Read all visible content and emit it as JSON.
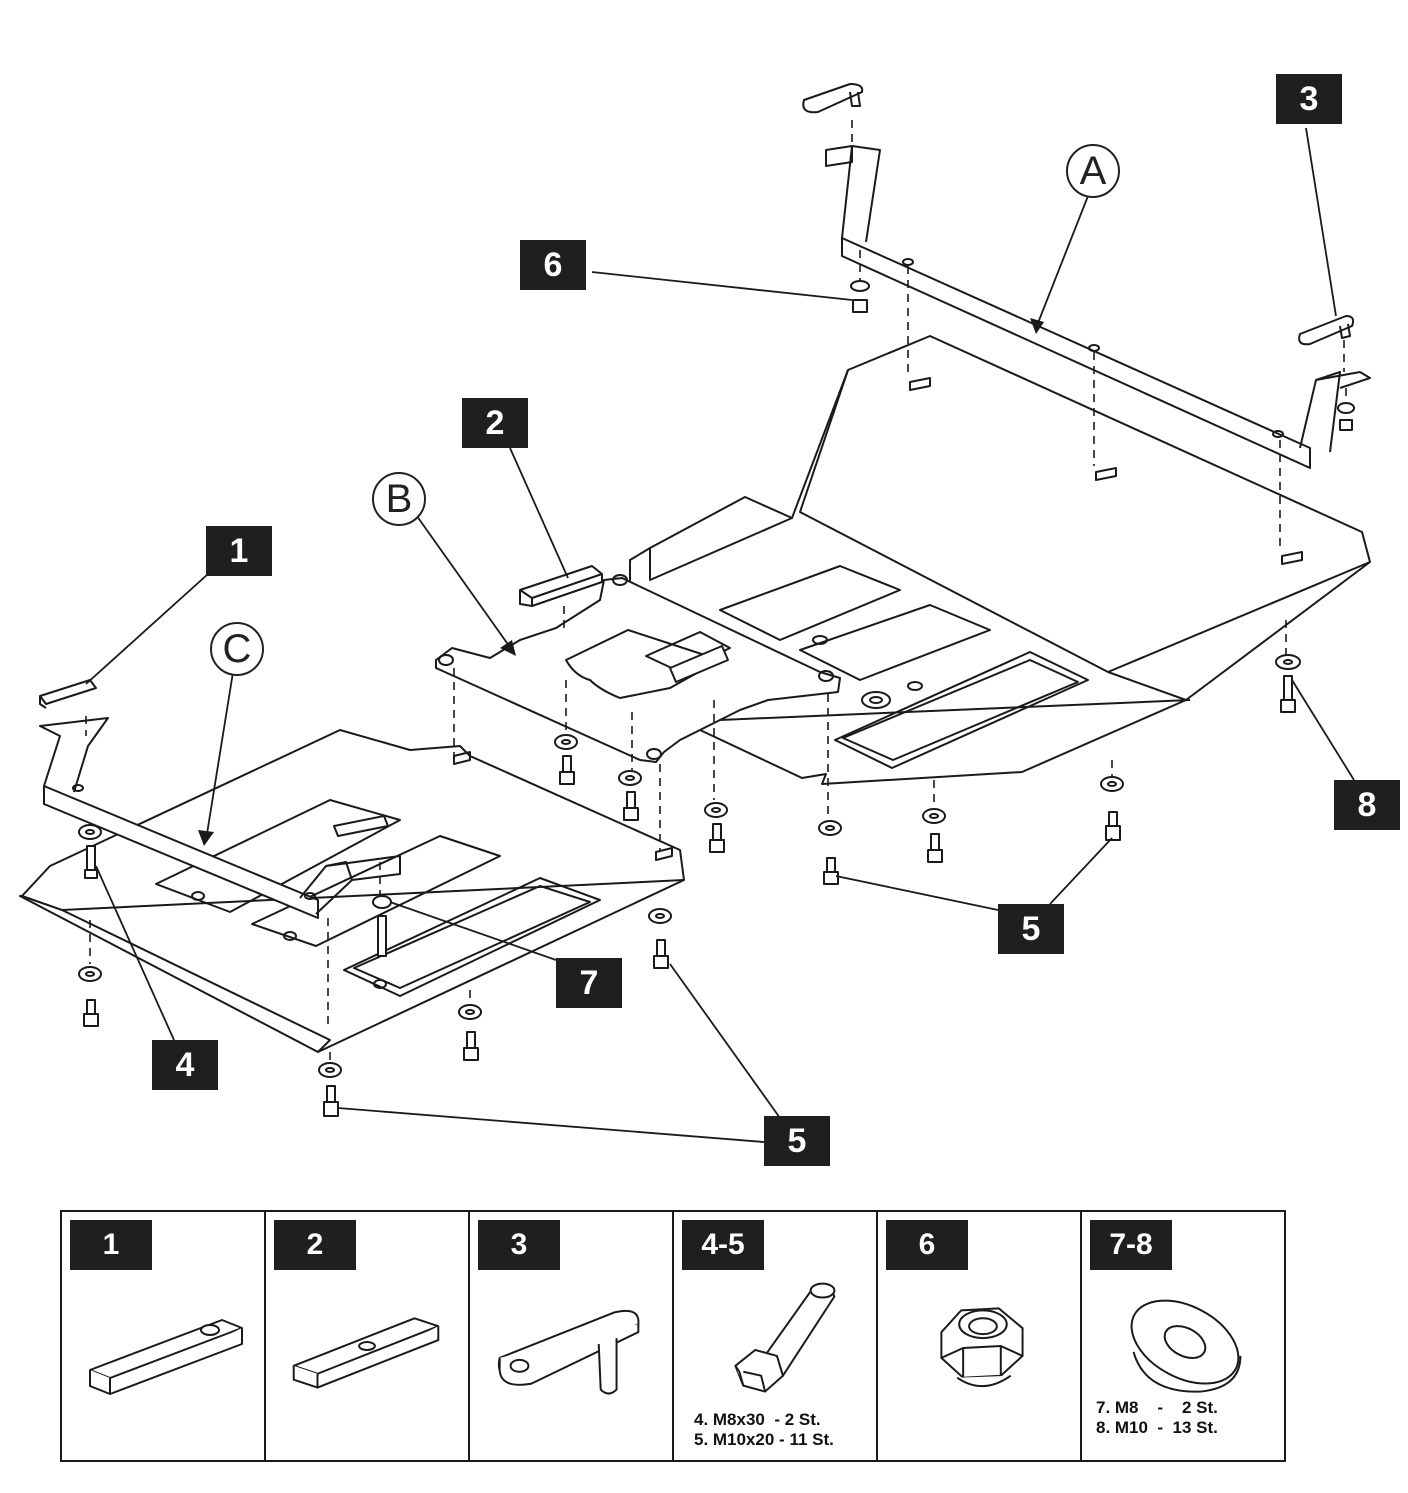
{
  "callouts": {
    "c1": "1",
    "c2": "2",
    "c3": "3",
    "c4": "4",
    "c5a": "5",
    "c5b": "5",
    "c6": "6",
    "c7": "7",
    "c8": "8"
  },
  "letters": {
    "a": "A",
    "b": "B",
    "c": "C"
  },
  "parts_table": [
    {
      "id": "1",
      "specs": []
    },
    {
      "id": "2",
      "specs": []
    },
    {
      "id": "3",
      "specs": []
    },
    {
      "id": "4-5",
      "specs": [
        "4. M8x30  - 2 St.",
        "5. M10x20 - 11 St."
      ]
    },
    {
      "id": "6",
      "specs": []
    },
    {
      "id": "7-8",
      "specs": [
        "7. M8    -    2 St.",
        "8. M10  -  13 St."
      ]
    }
  ],
  "colors": {
    "ink": "#1a1a1a",
    "badge": "#1f1f1f"
  }
}
